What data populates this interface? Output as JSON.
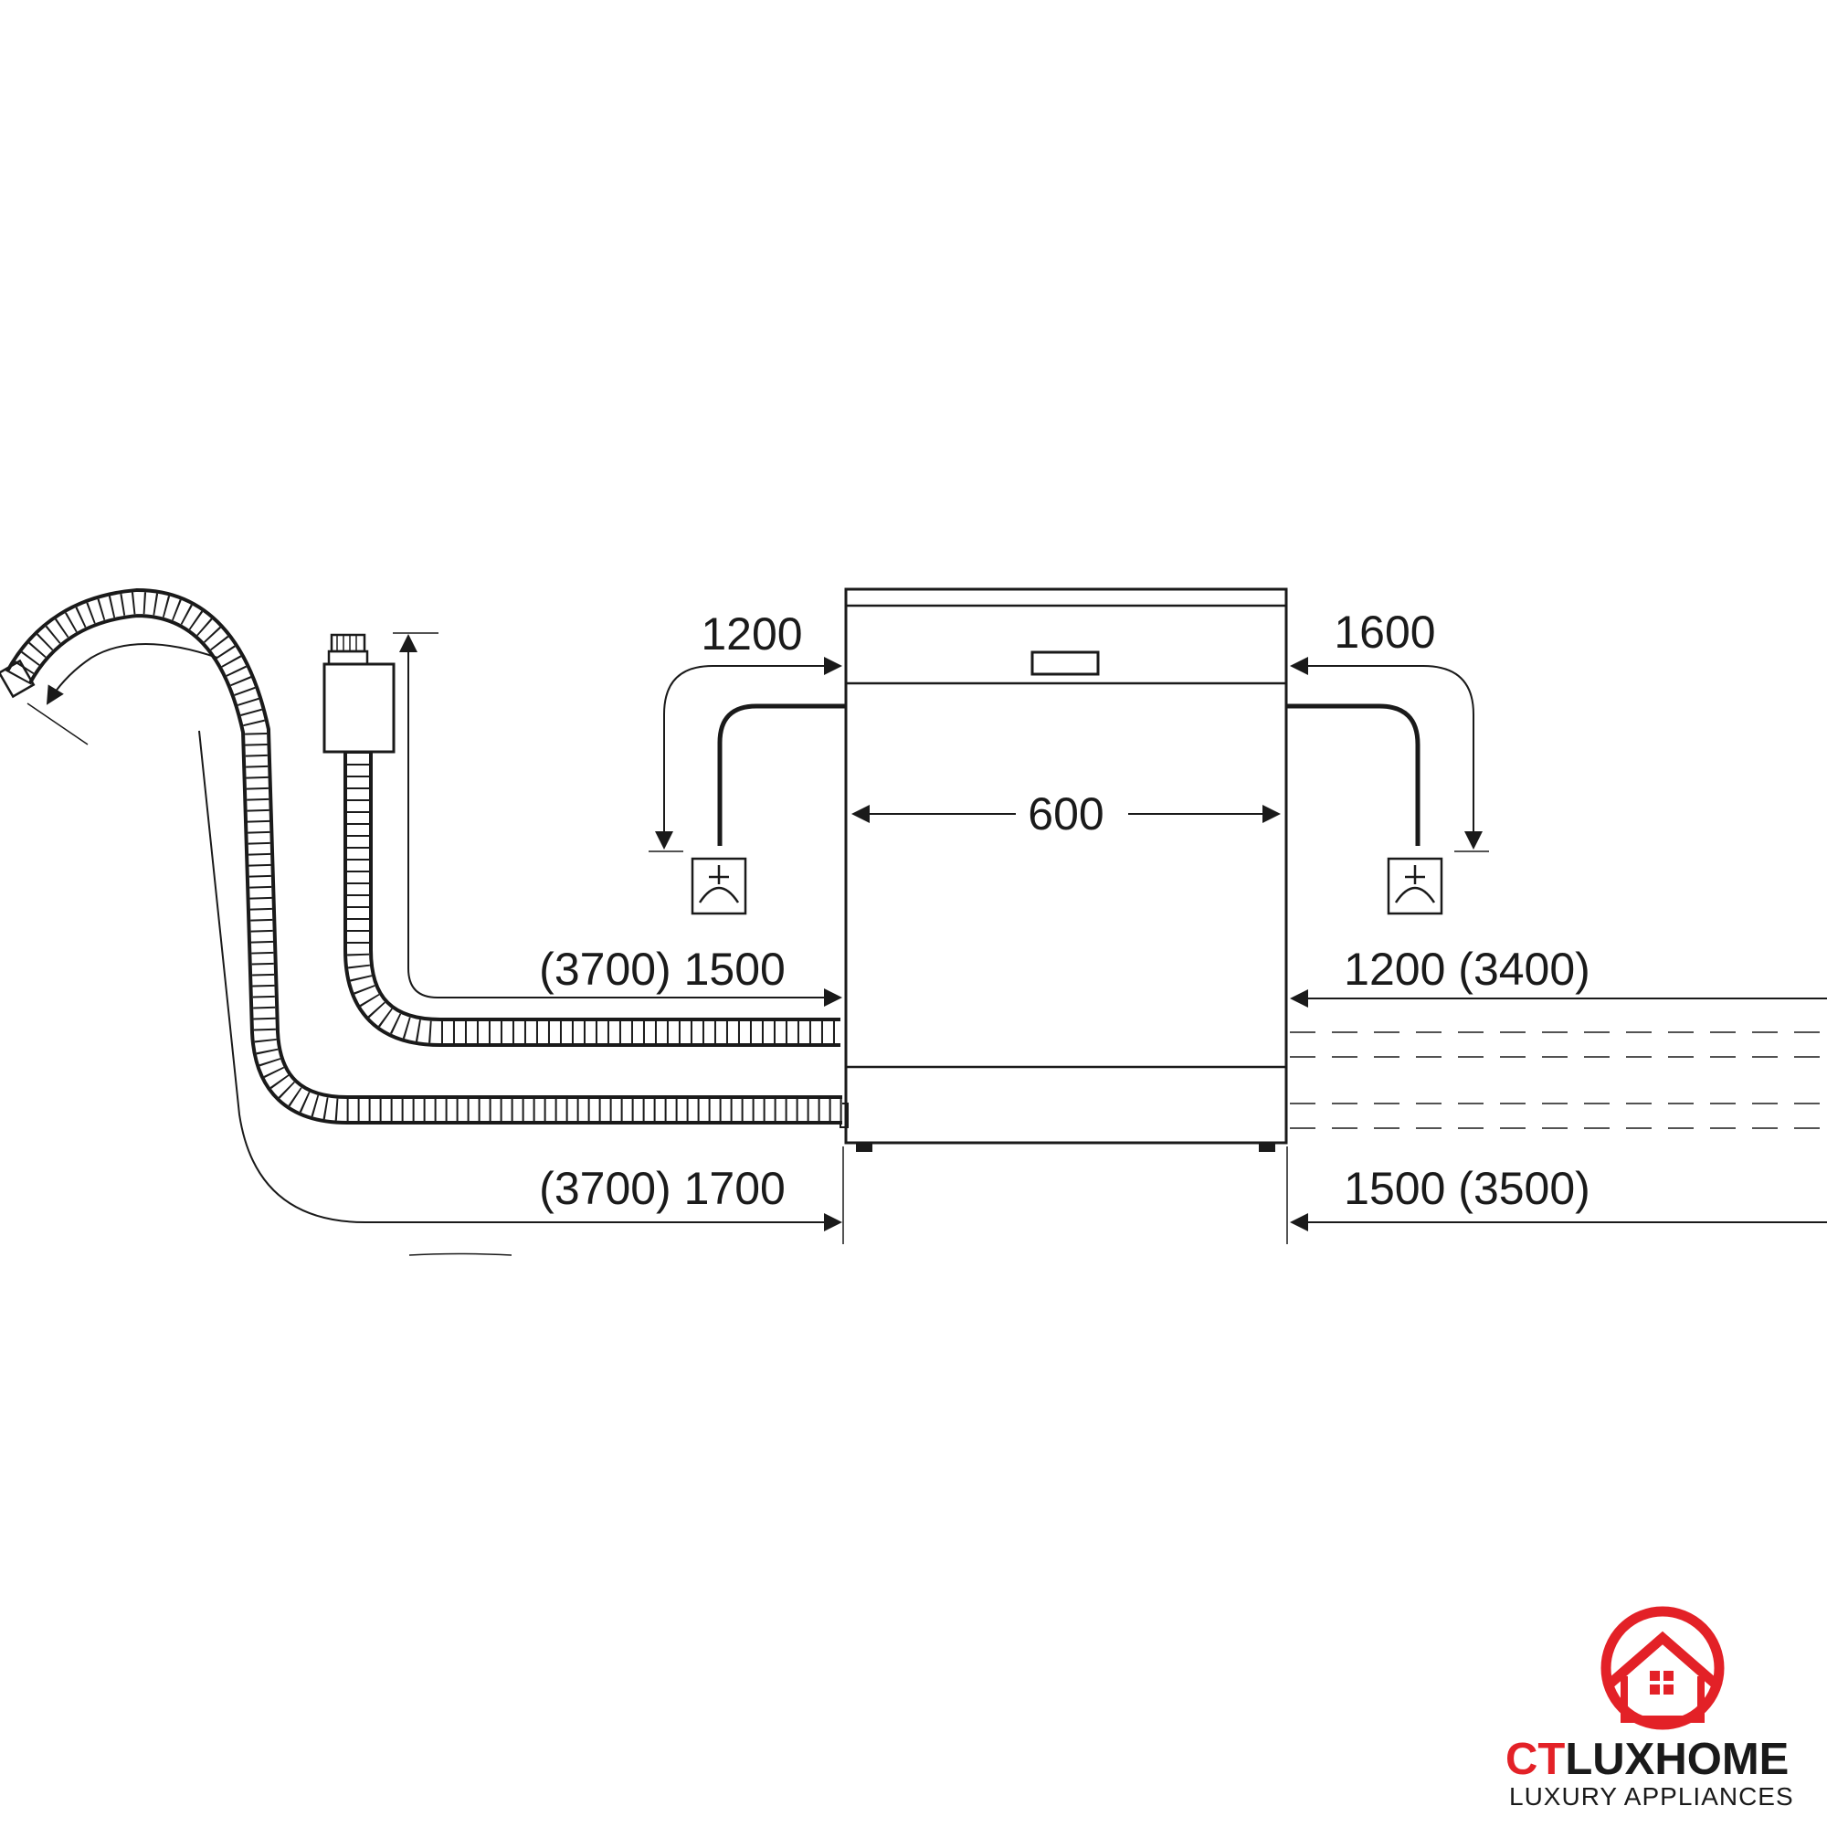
{
  "diagram": {
    "labels": {
      "width": "600",
      "left_power_cable": "1200",
      "right_power_cable": "1600",
      "left_inlet_hose": "(3700) 1500",
      "left_drain_hose": "(3700) 1700",
      "right_inlet_hose": "1200 (3400)",
      "right_drain_hose": "1500 (3500)"
    },
    "icons": [
      "socket-icon",
      "tap-connector-icon",
      "drain-hose-icon",
      "inlet-hose-icon",
      "dishwasher-icon"
    ]
  },
  "brand": {
    "name_prefix": "CT",
    "name_suffix": "LUXHOME",
    "tagline": "LUXURY APPLIANCES",
    "accent_color": "#e32127",
    "text_color": "#1a1a1a"
  }
}
